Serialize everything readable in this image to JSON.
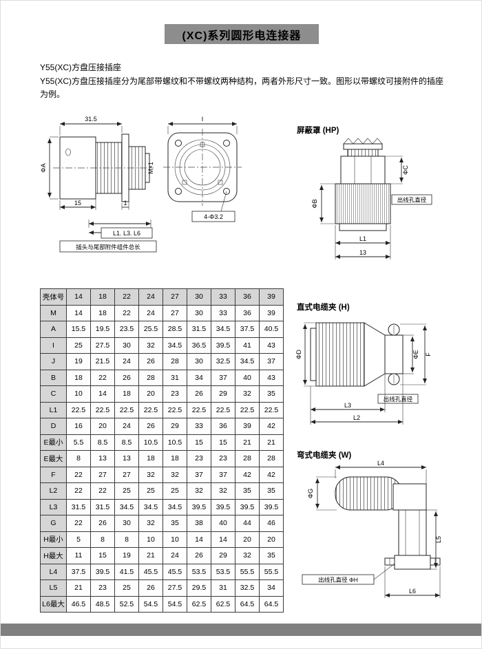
{
  "page": {
    "title": "(XC)系列圆形电连接器",
    "subtitle": "Y55(XC)方盘压接插座",
    "description": "Y55(XC)方盘压接插座分为尾部带螺纹和不带螺纹两种结构，两者外形尺寸一致。图形以带螺纹可接附件的插座为例。"
  },
  "colors": {
    "banner_bg": "#8d8d8d",
    "footer_bg": "#7f7f7f",
    "table_header_bg": "#d6d6d6",
    "line": "#222222"
  },
  "drawings": {
    "side": {
      "dim_width": "31.5",
      "label_phiA": "ΦA",
      "label_thread": "M×1",
      "dim_15": "15",
      "dim_1": "1",
      "note_lengths": "L1. L3. L6",
      "note_caption": "插头与尾部附件组件总长"
    },
    "front": {
      "dim_I": "I",
      "label_holes": "4-Φ3.2"
    },
    "hp": {
      "title": "屏蔽罩 (HP)",
      "label_phiB": "ΦB",
      "label_phiC": "ΦC",
      "outlet": "出线孔直径",
      "dim_L1": "L1",
      "dim_13": "13"
    },
    "h": {
      "title": "直式电缆夹 (H)",
      "label_phiD": "ΦD",
      "label_phiE": "ΦE",
      "label_F": "F",
      "outlet": "出线孔直径",
      "dim_L3": "L3",
      "dim_L2": "L2"
    },
    "w": {
      "title": "弯式电缆夹 (W)",
      "label_phiG": "ΦG",
      "dim_L4": "L4",
      "dim_L5": "L5",
      "outlet": "出线孔直径 ΦH",
      "dim_L6": "L6"
    }
  },
  "table": {
    "header_label": "壳体号",
    "header_values": [
      "14",
      "18",
      "22",
      "24",
      "27",
      "30",
      "33",
      "36",
      "39"
    ],
    "rows": [
      {
        "label": "M",
        "values": [
          "14",
          "18",
          "22",
          "24",
          "27",
          "30",
          "33",
          "36",
          "39"
        ]
      },
      {
        "label": "A",
        "values": [
          "15.5",
          "19.5",
          "23.5",
          "25.5",
          "28.5",
          "31.5",
          "34.5",
          "37.5",
          "40.5"
        ]
      },
      {
        "label": "I",
        "values": [
          "25",
          "27.5",
          "30",
          "32",
          "34.5",
          "36.5",
          "39.5",
          "41",
          "43"
        ]
      },
      {
        "label": "J",
        "values": [
          "19",
          "21.5",
          "24",
          "26",
          "28",
          "30",
          "32.5",
          "34.5",
          "37"
        ]
      },
      {
        "label": "B",
        "values": [
          "18",
          "22",
          "26",
          "28",
          "31",
          "34",
          "37",
          "40",
          "43"
        ]
      },
      {
        "label": "C",
        "values": [
          "10",
          "14",
          "18",
          "20",
          "23",
          "26",
          "29",
          "32",
          "35"
        ]
      },
      {
        "label": "L1",
        "values": [
          "22.5",
          "22.5",
          "22.5",
          "22.5",
          "22.5",
          "22.5",
          "22.5",
          "22.5",
          "22.5"
        ]
      },
      {
        "label": "D",
        "values": [
          "16",
          "20",
          "24",
          "26",
          "29",
          "33",
          "36",
          "39",
          "42"
        ]
      },
      {
        "label": "E最小",
        "values": [
          "5.5",
          "8.5",
          "8.5",
          "10.5",
          "10.5",
          "15",
          "15",
          "21",
          "21"
        ]
      },
      {
        "label": "E最大",
        "values": [
          "8",
          "13",
          "13",
          "18",
          "18",
          "23",
          "23",
          "28",
          "28"
        ]
      },
      {
        "label": "F",
        "values": [
          "22",
          "27",
          "27",
          "32",
          "32",
          "37",
          "37",
          "42",
          "42"
        ]
      },
      {
        "label": "L2",
        "values": [
          "22",
          "22",
          "25",
          "25",
          "25",
          "32",
          "32",
          "35",
          "35"
        ]
      },
      {
        "label": "L3",
        "values": [
          "31.5",
          "31.5",
          "34.5",
          "34.5",
          "34.5",
          "39.5",
          "39.5",
          "39.5",
          "39.5"
        ]
      },
      {
        "label": "G",
        "values": [
          "22",
          "26",
          "30",
          "32",
          "35",
          "38",
          "40",
          "44",
          "46"
        ]
      },
      {
        "label": "H最小",
        "values": [
          "5",
          "8",
          "8",
          "10",
          "10",
          "14",
          "14",
          "20",
          "20"
        ]
      },
      {
        "label": "H最大",
        "values": [
          "11",
          "15",
          "19",
          "21",
          "24",
          "26",
          "29",
          "32",
          "35"
        ]
      },
      {
        "label": "L4",
        "values": [
          "37.5",
          "39.5",
          "41.5",
          "45.5",
          "45.5",
          "53.5",
          "53.5",
          "55.5",
          "55.5"
        ]
      },
      {
        "label": "L5",
        "values": [
          "21",
          "23",
          "25",
          "26",
          "27.5",
          "29.5",
          "31",
          "32.5",
          "34"
        ]
      },
      {
        "label": "L6最大",
        "values": [
          "46.5",
          "48.5",
          "52.5",
          "54.5",
          "54.5",
          "62.5",
          "62.5",
          "64.5",
          "64.5"
        ]
      }
    ]
  }
}
